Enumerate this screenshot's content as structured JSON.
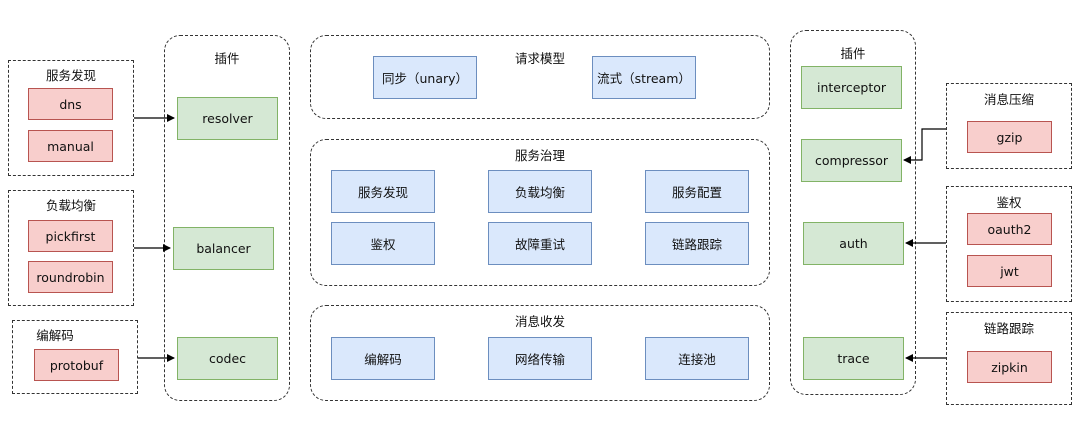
{
  "left_groups": {
    "discovery": {
      "title": "服务发现",
      "items": [
        "dns",
        "manual"
      ]
    },
    "balancing": {
      "title": "负载均衡",
      "items": [
        "pickfirst",
        "roundrobin"
      ]
    },
    "codec": {
      "title": "编解码",
      "items": [
        "protobuf"
      ]
    }
  },
  "left_plugins": {
    "title": "插件",
    "items": [
      "resolver",
      "balancer",
      "codec"
    ]
  },
  "center": {
    "request_model": {
      "title": "请求模型",
      "items": [
        "同步（unary）",
        "流式（stream）"
      ]
    },
    "governance": {
      "title": "服务治理",
      "items": [
        "服务发现",
        "负载均衡",
        "服务配置",
        "鉴权",
        "故障重试",
        "链路跟踪"
      ]
    },
    "messaging": {
      "title": "消息收发",
      "items": [
        "编解码",
        "网络传输",
        "连接池"
      ]
    }
  },
  "right_plugins": {
    "title": "插件",
    "items": [
      "interceptor",
      "compressor",
      "auth",
      "trace"
    ]
  },
  "right_groups": {
    "compression": {
      "title": "消息压缩",
      "items": [
        "gzip"
      ]
    },
    "auth": {
      "title": "鉴权",
      "items": [
        "oauth2",
        "jwt"
      ]
    },
    "tracing": {
      "title": "链路跟踪",
      "items": [
        "zipkin"
      ]
    }
  },
  "colors": {
    "red_fill": "#f8cecc",
    "green_fill": "#d5e8d4",
    "blue_fill": "#dae8fc"
  }
}
